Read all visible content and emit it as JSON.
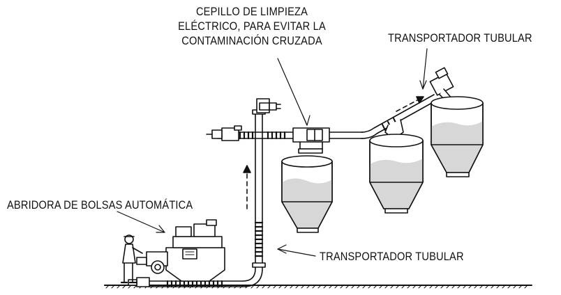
{
  "labels": {
    "brush_line1": "CEPILLO DE LIMPIEZA",
    "brush_line2": "ELÉCTRICO, PARA EVITAR LA",
    "brush_line3": "CONTAMINACIÓN CRUZADA",
    "tubular_top": "TRANSPORTADOR TUBULAR",
    "bag_opener": "ABRIDORA DE BOLSAS AUTOMÁTICA",
    "tubular_bottom": "TRANSPORTADOR TUBULAR"
  },
  "colors": {
    "line": "#111111",
    "fill_material": "#d7d7d7",
    "background": "#ffffff"
  }
}
